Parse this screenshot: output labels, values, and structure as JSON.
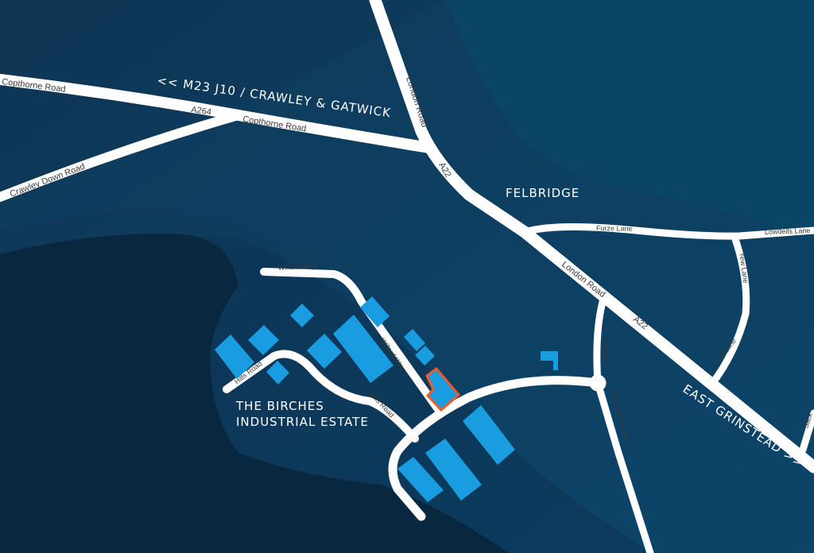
{
  "map": {
    "places": {
      "felbridge": "FELBRIDGE",
      "estate_line1": "THE BIRCHES",
      "estate_line2": "INDUSTRIAL ESTATE"
    },
    "directions": {
      "west": "<< M23 J10 / CRAWLEY & GATWICK",
      "east": "EAST GRINSTEAD >>"
    },
    "roads": {
      "copthorne_road_1": "Copthorne Road",
      "copthorne_road_2": "Copthorne Road",
      "a264": "A264",
      "crawley_down_road": "Crawley Down Road",
      "london_road_1": "London Road",
      "london_road_2": "London Road",
      "a22_1": "A22",
      "a22_2": "A22",
      "furze_lane": "Furze Lane",
      "lowdells_lane": "Lowdells Lane",
      "yew_lane_1": "Yew Lane",
      "yew_lane_2": "Yew Lane",
      "hills_road_1": "Hills Road",
      "hills_road_2": "Hills Road",
      "hills_road_3": "Hills Road",
      "willard_way_1": "Willard Way",
      "willard_way_2": "Willard Way",
      "imberhorne_lane": "Imberhorne Lane",
      "sack": "Sack"
    },
    "colors": {
      "building": "#1a9de0",
      "highlight": "#f05a28",
      "road": "#ffffff"
    }
  }
}
